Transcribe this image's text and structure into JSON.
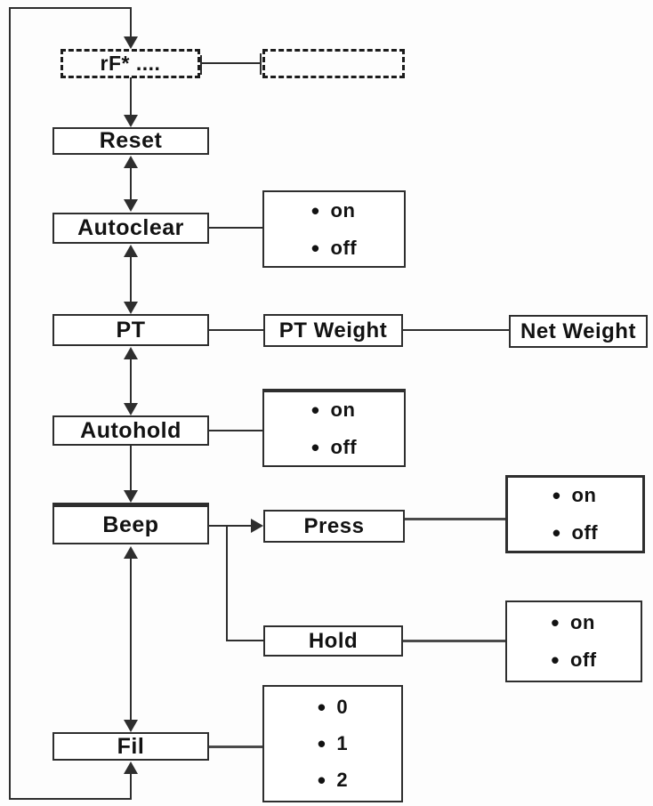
{
  "diagram": {
    "type": "menu-flowchart",
    "bullet": "•",
    "nodes": {
      "rf": "rF* ....",
      "rf_placeholder": "",
      "reset": "Reset",
      "autoclear": "Autoclear",
      "pt": "PT",
      "pt_weight": "PT Weight",
      "net_weight": "Net Weight",
      "autohold": "Autohold",
      "beep": "Beep",
      "press": "Press",
      "hold": "Hold",
      "fil": "Fil"
    },
    "options": {
      "autoclear": [
        "on",
        "off"
      ],
      "autohold": [
        "on",
        "off"
      ],
      "press": [
        "on",
        "off"
      ],
      "hold": [
        "on",
        "off"
      ],
      "fil": [
        "0",
        "1",
        "2"
      ]
    },
    "colors": {
      "line": "#2e2e2e",
      "text": "#121212",
      "background": "#fdfdfd"
    }
  }
}
